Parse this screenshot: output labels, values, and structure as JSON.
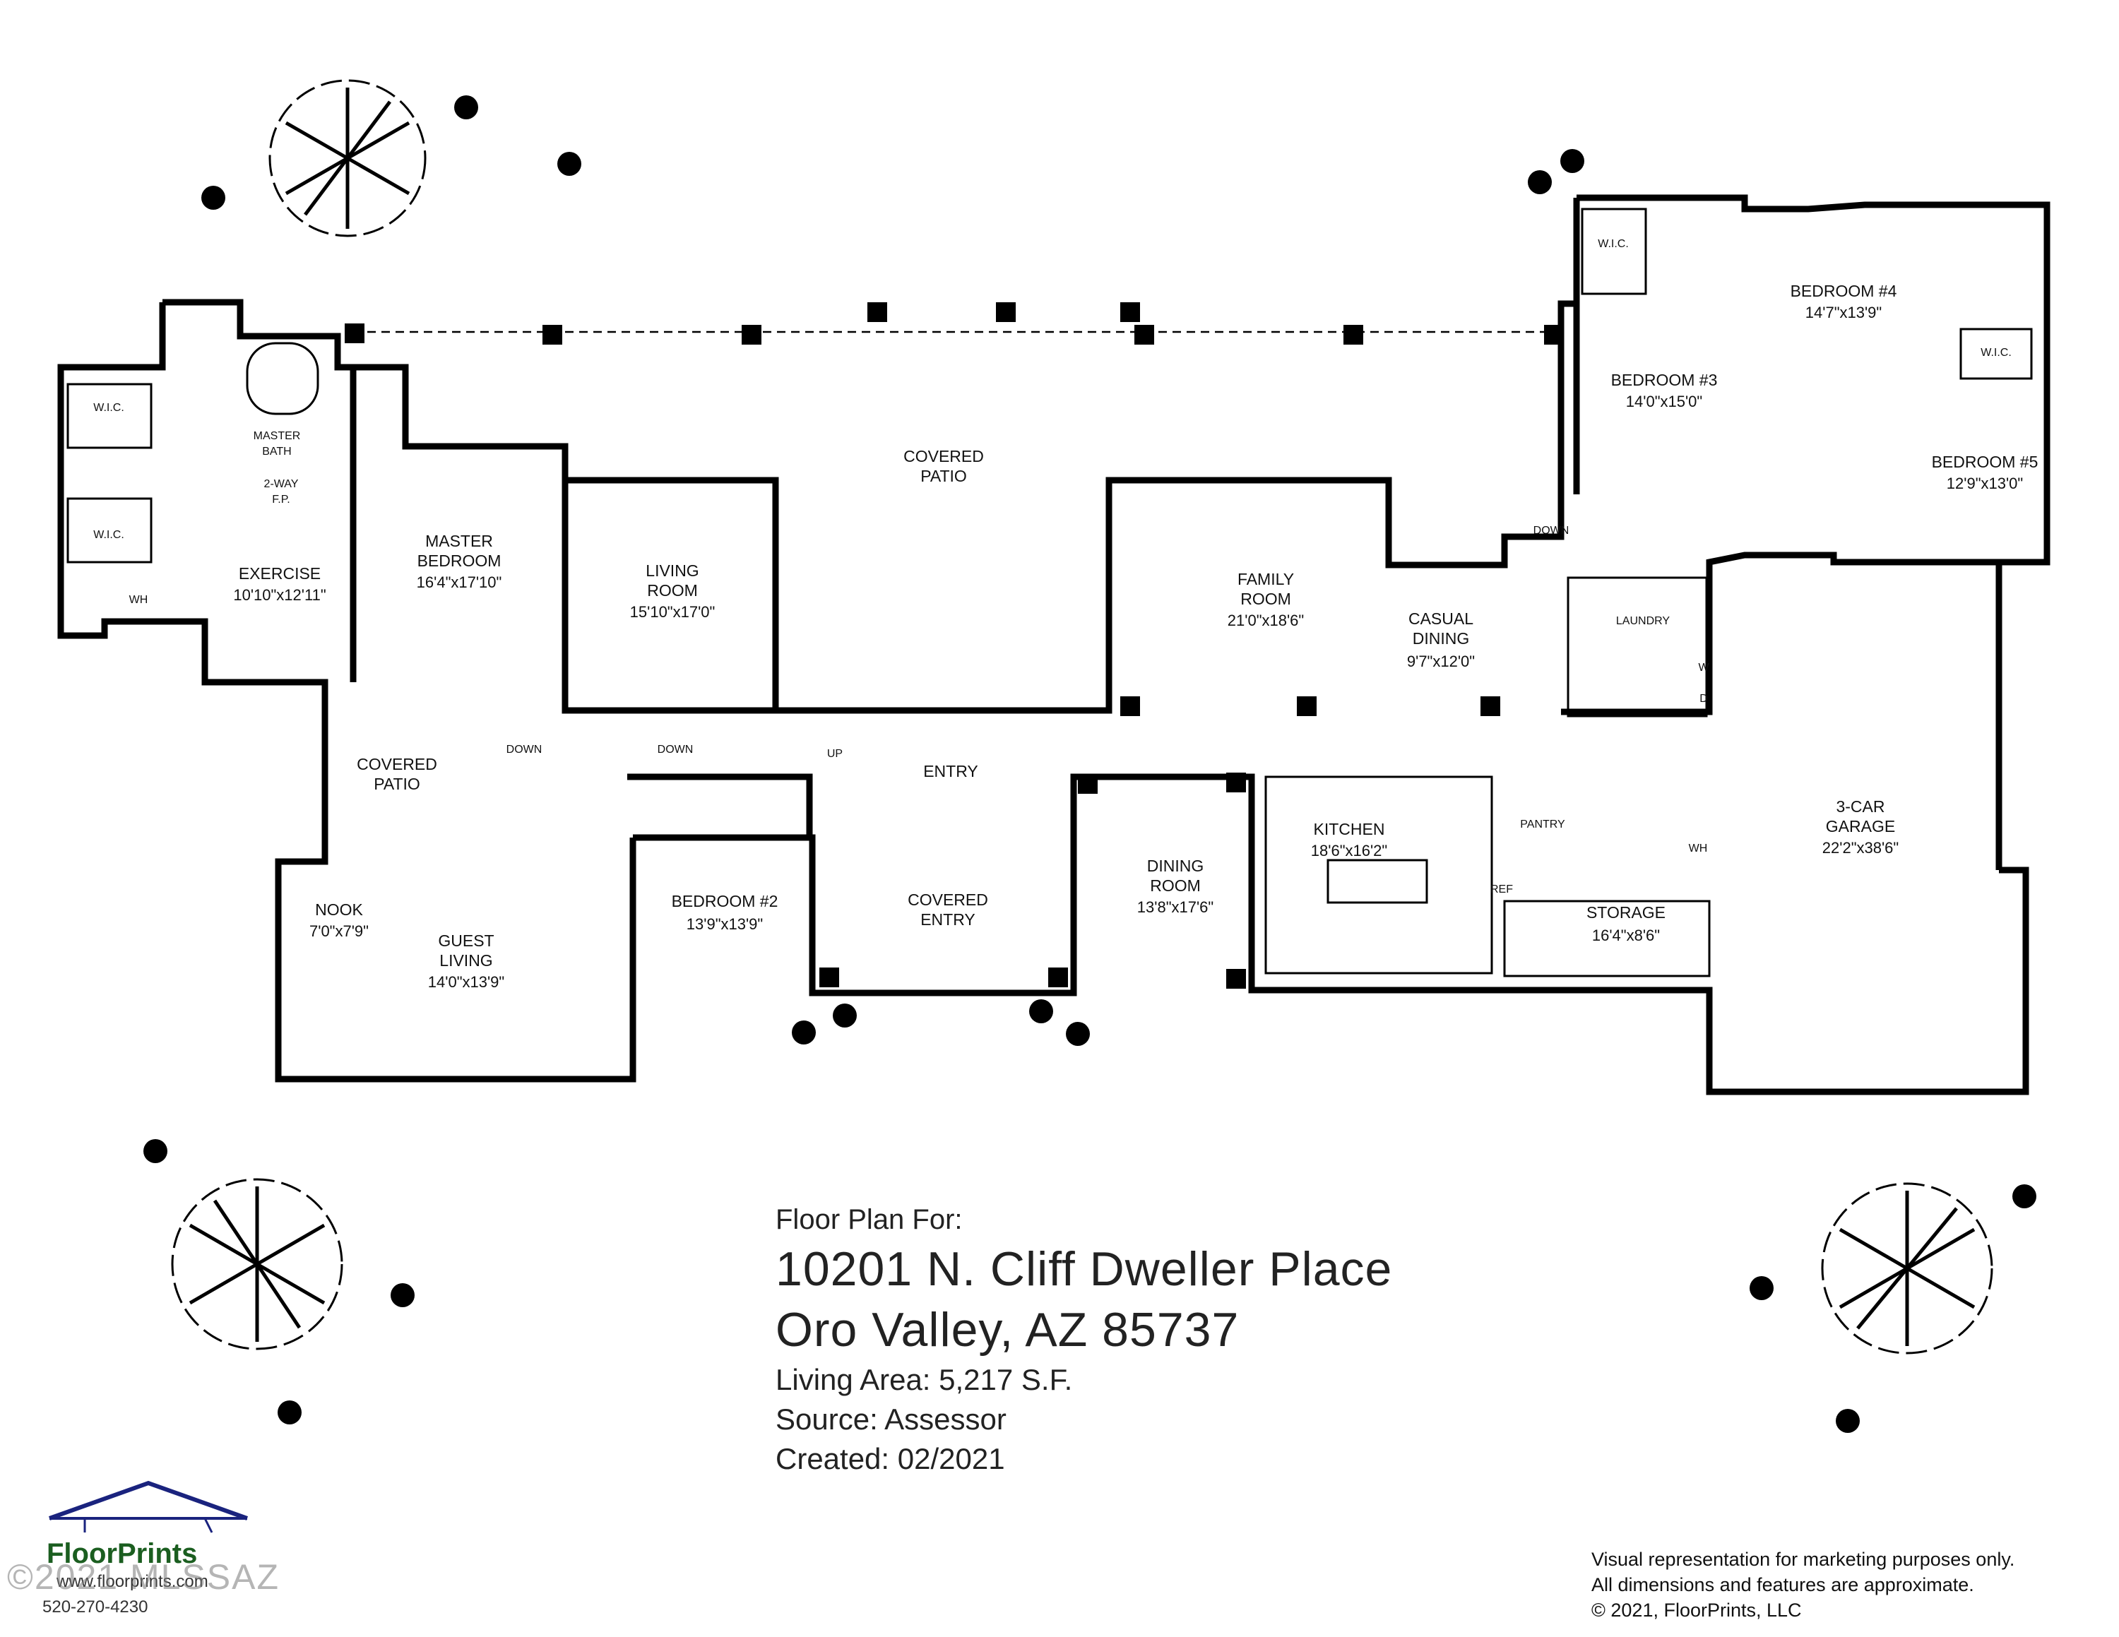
{
  "rooms": {
    "wic1": "W.I.C.",
    "wic2": "W.I.C.",
    "wic3": "W.I.C.",
    "wic4": "W.I.C.",
    "master_bath": "MASTER",
    "master_bath2": "BATH",
    "fp1": "2-WAY",
    "fp2": "F.P.",
    "exercise": "EXERCISE",
    "exercise_dim": "10'10\"x12'11\"",
    "master_bed1": "MASTER",
    "master_bed2": "BEDROOM",
    "master_bed_dim": "16'4\"x17'10\"",
    "living1": "LIVING",
    "living2": "ROOM",
    "living_dim": "15'10\"x17'0\"",
    "cov_patio1": "COVERED",
    "cov_patio2": "PATIO",
    "cov_patio_s1": "COVERED",
    "cov_patio_s2": "PATIO",
    "family1": "FAMILY",
    "family2": "ROOM",
    "family_dim": "21'0\"x18'6\"",
    "casual1": "CASUAL",
    "casual2": "DINING",
    "casual_dim": "9'7\"x12'0\"",
    "bed3": "BEDROOM #3",
    "bed3_dim": "14'0\"x15'0\"",
    "bed4": "BEDROOM #4",
    "bed4_dim": "14'7\"x13'9\"",
    "bed5": "BEDROOM #5",
    "bed5_dim": "12'9\"x13'0\"",
    "laundry": "LAUNDRY",
    "entry": "ENTRY",
    "cov_entry1": "COVERED",
    "cov_entry2": "ENTRY",
    "bed2": "BEDROOM #2",
    "bed2_dim": "13'9\"x13'9\"",
    "nook": "NOOK",
    "nook_dim": "7'0\"x7'9\"",
    "guest1": "GUEST",
    "guest2": "LIVING",
    "guest_dim": "14'0\"x13'9\"",
    "dining1": "DINING",
    "dining2": "ROOM",
    "dining_dim": "13'8\"x17'6\"",
    "kitchen": "KITCHEN",
    "kitchen_dim": "18'6\"x16'2\"",
    "pantry": "PANTRY",
    "ref": "REF",
    "storage": "STORAGE",
    "storage_dim": "16'4\"x8'6\"",
    "garage1": "3-CAR",
    "garage2": "GARAGE",
    "garage_dim": "22'2\"x38'6\"",
    "down1": "DOWN",
    "down2": "DOWN",
    "down3": "DOWN",
    "up": "UP",
    "wh": "WH",
    "w": "W",
    "d": "D"
  },
  "title": {
    "line1": "Floor Plan For:",
    "address1": "10201 N. Cliff Dweller Place",
    "address2": "Oro Valley, AZ  85737",
    "area": "Living Area:  5,217 S.F.",
    "source": "Source:  Assessor",
    "created": "Created:  02/2021"
  },
  "disclaimer": {
    "line1": "Visual representation for marketing purposes only.",
    "line2": "All dimensions and features are approximate.",
    "line3": "© 2021, FloorPrints, LLC"
  },
  "brand": {
    "name": "FloorPrints",
    "url": "www.floorprints.com",
    "phone": "520-270-4230",
    "watermark": "©2021 MLSSAZ",
    "color": "#1b5e20",
    "house_color": "#1a237e"
  }
}
